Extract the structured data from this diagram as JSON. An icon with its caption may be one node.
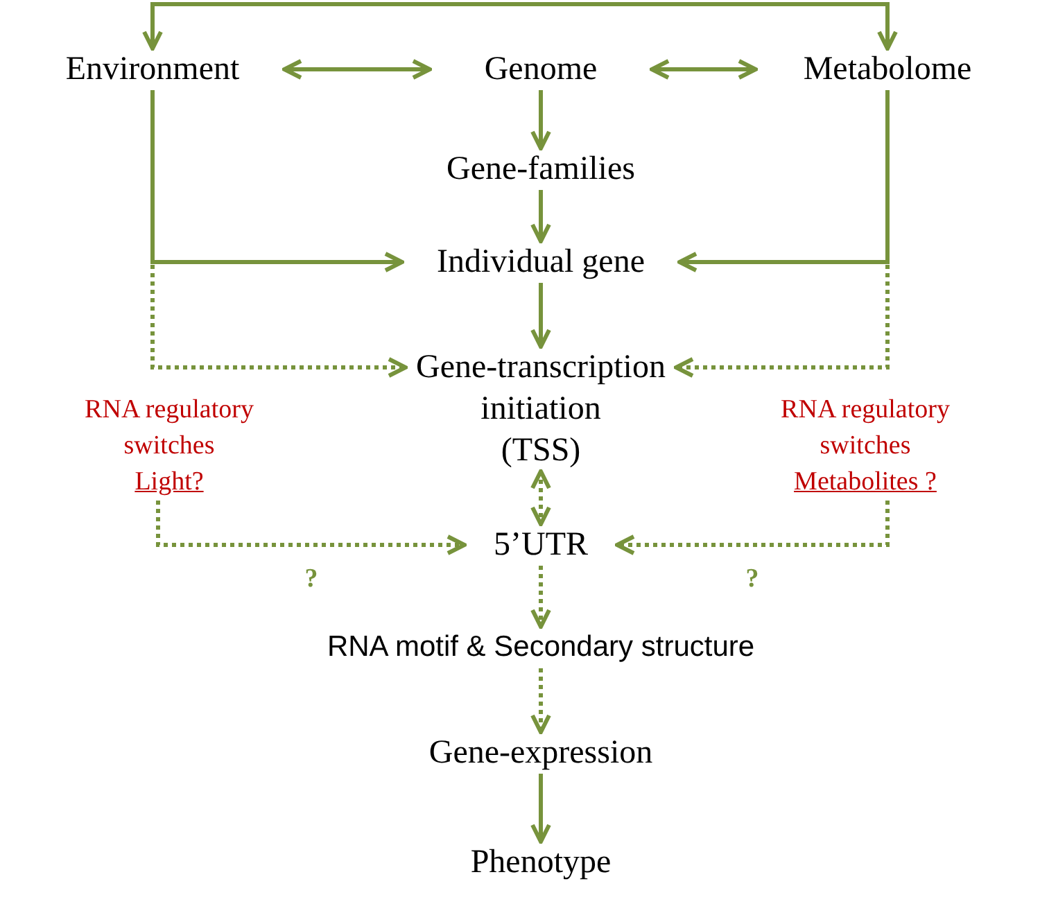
{
  "diagram": {
    "nodes": [
      {
        "text": [
          "Environment"
        ]
      },
      {
        "text": [
          "Genome"
        ]
      },
      {
        "text": [
          "Metabolome"
        ]
      },
      {
        "text": [
          "Gene-families"
        ]
      },
      {
        "text": [
          "Individual gene"
        ]
      },
      {
        "text": [
          "Gene-transcription initiation (TSS)"
        ]
      },
      {
        "text": [
          "RNA regulatory switches",
          "Light?"
        ]
      },
      {
        "text": [
          "RNA regulatory switches",
          "Metabolites ?"
        ]
      },
      {
        "text": [
          "5’UTR"
        ]
      },
      {
        "text": [
          "RNA motif & Secondary structure"
        ]
      },
      {
        "text": [
          "Gene-expression"
        ]
      },
      {
        "text": [
          "Phenotype"
        ]
      }
    ],
    "edges": [
      {
        "from": 0,
        "to": 2,
        "arrow": "both"
      },
      {
        "from": 0,
        "to": 1,
        "arrow": "both"
      },
      {
        "from": 1,
        "to": 2,
        "arrow": "both"
      },
      {
        "from": 1,
        "to": 3,
        "arrow": "to"
      },
      {
        "from": 3,
        "to": 4,
        "arrow": "to"
      },
      {
        "from": 4,
        "to": 5,
        "arrow": "to"
      },
      {
        "from": 0,
        "to": 4,
        "arrow": "to"
      },
      {
        "from": 2,
        "to": 4,
        "arrow": "to"
      },
      {
        "from": 0,
        "to": 5,
        "arrow": "to",
        "style": "dashed"
      },
      {
        "from": 2,
        "to": 5,
        "arrow": "to",
        "style": "dashed"
      },
      {
        "from": 6,
        "to": 8,
        "arrow": "to",
        "style": "dashed",
        "label": "?"
      },
      {
        "from": 7,
        "to": 8,
        "arrow": "to",
        "style": "dashed",
        "label": "?"
      },
      {
        "from": 5,
        "to": 8,
        "arrow": "both",
        "style": "dashed"
      },
      {
        "from": 8,
        "to": 9,
        "arrow": "to",
        "style": "dashed"
      },
      {
        "from": 9,
        "to": 10,
        "arrow": "to",
        "style": "dashed"
      },
      {
        "from": 10,
        "to": 11,
        "arrow": "to"
      }
    ]
  }
}
